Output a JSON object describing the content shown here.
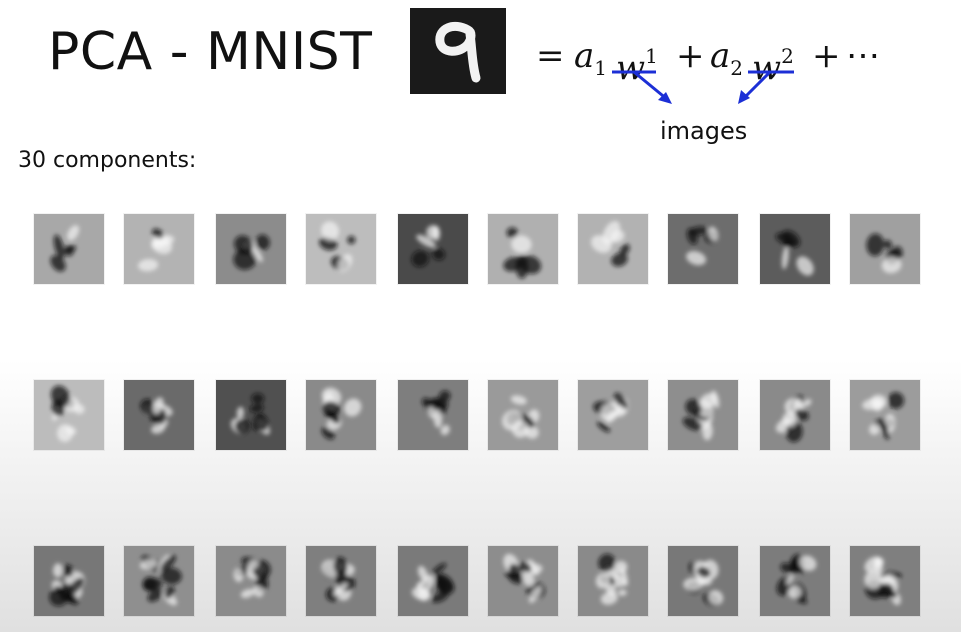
{
  "title": "PCA - MNIST",
  "equation": {
    "equals": "=",
    "a1": "a",
    "a1_sub": "1",
    "w1": "w",
    "w1_sup": "1",
    "plus1": "+",
    "a2": "a",
    "a2_sub": "2",
    "w2": "w",
    "w2_sup": "2",
    "plus2": "+",
    "dots": "⋯",
    "annotation": "images",
    "arrow_color": "#1c2fd6"
  },
  "example_digit": "9",
  "caption": "30 components:",
  "components": {
    "rows": 3,
    "cols": 10,
    "tiles": [
      {
        "bg": "#a8a8a8"
      },
      {
        "bg": "#b3b3b3"
      },
      {
        "bg": "#8c8c8c"
      },
      {
        "bg": "#bdbdbd"
      },
      {
        "bg": "#4a4a4a"
      },
      {
        "bg": "#b0b0b0"
      },
      {
        "bg": "#b2b2b2"
      },
      {
        "bg": "#6d6d6d"
      },
      {
        "bg": "#5c5c5c"
      },
      {
        "bg": "#a0a0a0"
      },
      {
        "bg": "#bcbcbc"
      },
      {
        "bg": "#6a6a6a"
      },
      {
        "bg": "#505050"
      },
      {
        "bg": "#8a8a8a"
      },
      {
        "bg": "#7e7e7e"
      },
      {
        "bg": "#9a9a9a"
      },
      {
        "bg": "#9e9e9e"
      },
      {
        "bg": "#8e8e8e"
      },
      {
        "bg": "#8a8a8a"
      },
      {
        "bg": "#9c9c9c"
      },
      {
        "bg": "#777777"
      },
      {
        "bg": "#8f8f8f"
      },
      {
        "bg": "#8b8b8b"
      },
      {
        "bg": "#7f7f7f"
      },
      {
        "bg": "#7a7a7a"
      },
      {
        "bg": "#8d8d8d"
      },
      {
        "bg": "#8a8a8a"
      },
      {
        "bg": "#787878"
      },
      {
        "bg": "#7c7c7c"
      },
      {
        "bg": "#7f7f7f"
      }
    ]
  }
}
